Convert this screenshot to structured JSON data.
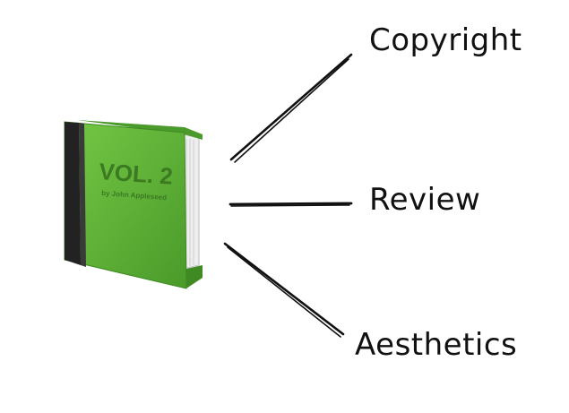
{
  "book": {
    "icon": "green-book-icon",
    "title": "VOL. 2",
    "author": "by John Appleseed",
    "cover_color": "#5fb536",
    "spine_color": "#222222",
    "pages_color": "#f2f2f2"
  },
  "branches": [
    {
      "label": "Copyright"
    },
    {
      "label": "Review"
    },
    {
      "label": "Aesthetics"
    }
  ],
  "colors": {
    "stroke": "#111111",
    "text": "#111111"
  }
}
